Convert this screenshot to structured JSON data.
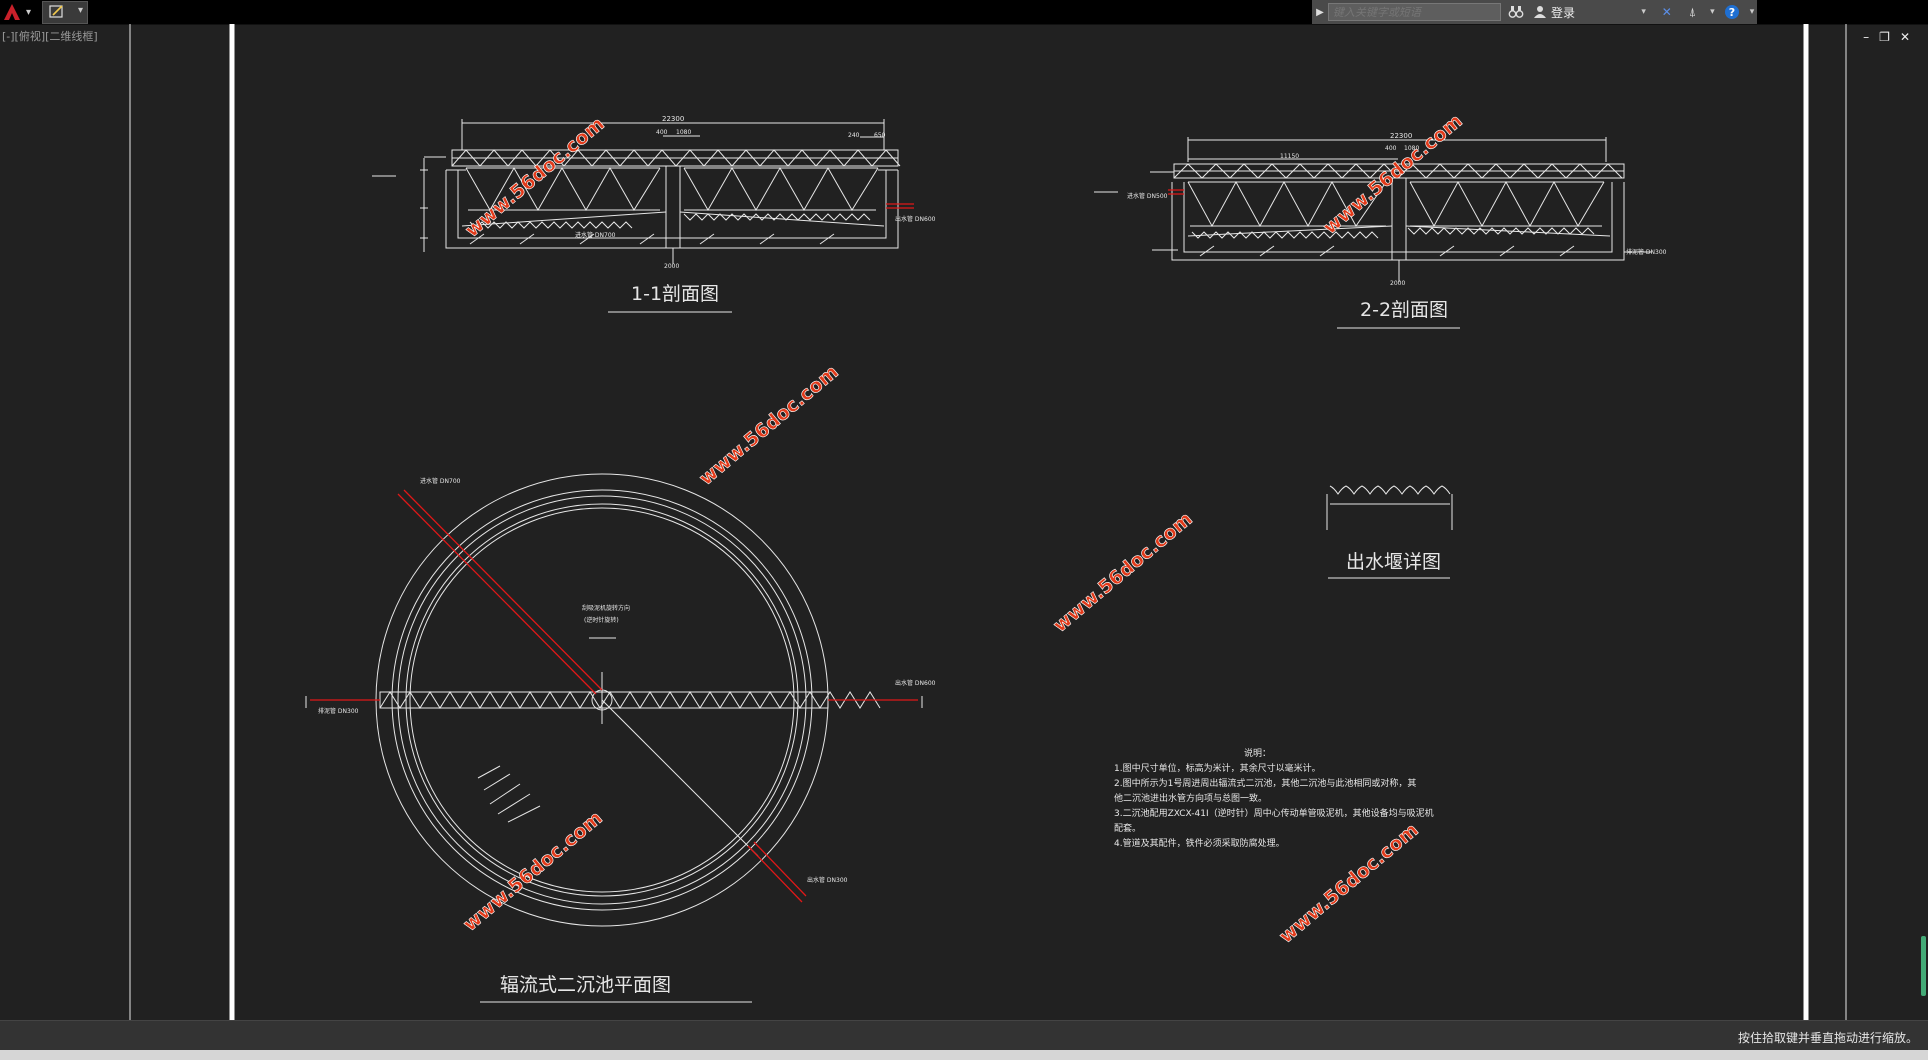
{
  "search": {
    "placeholder": "键入关键字或短语"
  },
  "header": {
    "login_label": "登录"
  },
  "viewport": {
    "label": "[-][俯视][二维线框]"
  },
  "window_controls": {
    "minimize": "–",
    "restore": "❐",
    "close": "✕"
  },
  "drawing": {
    "section_1_title": "1-1剖面图",
    "section_2_title": "2-2剖面图",
    "weir_title": "出水堰详图",
    "plan_title": "辐流式二沉池平面图",
    "watermark": "www.56doc.com",
    "s1_dim_total": "22300",
    "s1_dim_a": "400",
    "s1_dim_b": "1080",
    "s1_dim_c": "240",
    "s1_dim_d": "650",
    "s1_outlet_label": "出水管 DN600",
    "s1_inlet_label": "进水管 DN700",
    "s1_dim_bottom": "2000",
    "s2_dim_total": "22300",
    "s2_dim_a": "11150",
    "s2_dim_b": "400",
    "s2_dim_c": "1080",
    "s2_inlet_label": "进水管 DN500",
    "s2_sludge_label": "排泥管 DN300",
    "s2_dim_bottom": "2000",
    "plan_inlet_label": "进水管 DN700",
    "plan_drain_label": "排泥管 DN300",
    "plan_outlet_label": "出水管 DN600",
    "plan_sludge_label": "出水管 DN300",
    "plan_center_note_1": "刮吸泥机旋转方向",
    "plan_center_note_2": "(逆时针旋转)",
    "notes_title": "说明：",
    "notes": [
      "1.图中尺寸单位，标高为米计，其余尺寸以毫米计。",
      "2.图中所示为1号周进周出辐流式二沉池，其他二沉池与此池相同或对称，其",
      "他二沉池进出水管方向项与总图一致。",
      "3.二沉池配用ZXCX-41I（逆时针）周中心传动单管吸泥机，其他设备均与吸泥机",
      "配套。",
      "4.管道及其配件，铁件必须采取防腐处理。"
    ]
  },
  "status": {
    "text": "按住拾取键并垂直拖动进行缩放。"
  },
  "colors": {
    "background": "#212121",
    "line": "#e6e6e6",
    "pipe": "#e01818",
    "watermark": "#e23a1a"
  }
}
